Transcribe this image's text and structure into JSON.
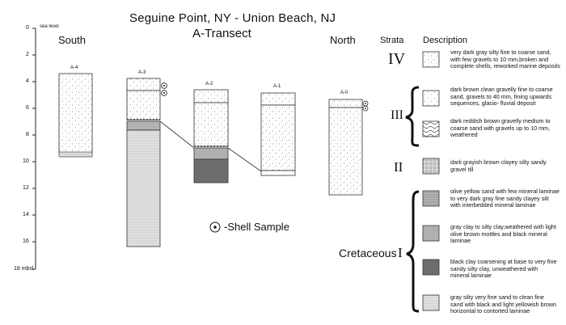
{
  "title_line1": "Seguine Point, NY - Union Beach, NJ",
  "title_line2": "A-Transect",
  "south_label": "South",
  "north_label": "North",
  "strata_header": "Strata",
  "description_header": "Description",
  "axis": {
    "top_label": "sea level",
    "bottom_label": "18 mbsl",
    "ticks": [
      "0",
      "2",
      "4",
      "6",
      "8",
      "10",
      "12",
      "14",
      "16"
    ]
  },
  "cores": [
    "A-4",
    "A-3",
    "A-2",
    "A-1",
    "A-0"
  ],
  "shell_legend": "-Shell Sample",
  "strata": {
    "iv": "IV",
    "iii": "III",
    "ii": "II",
    "cretaceous": "Cretaceous",
    "i": "I"
  },
  "descriptions": {
    "d1": [
      "very dark gray silty fine to coarse sand,",
      "with few gravels to 10 mm,broken and",
      "complete shells, reworked marine deposits"
    ],
    "d2": [
      "dark brown clean gravelly fine to coarse",
      "sand, gravels to 40 mm, fining upwards",
      "sequences, glacio- fluvial deposit"
    ],
    "d3": [
      "dark reddish brown gravelly medium to",
      "coarse sand with gravels up to 10 mm,",
      "weathered"
    ],
    "d4": [
      "dark grayish brown clayey silty sandy",
      "gravel till"
    ],
    "d5": [
      "olive yellow sand with few mineral laminae",
      "to very dark gray fine sandy clayey silt",
      "with interbedded mineral laminae"
    ],
    "d6": [
      "gray clay to silty clay,weathered with light",
      "olive brown mottles and black mineral",
      "laminae"
    ],
    "d7": [
      "black clay coarsening at base to very fine",
      "sandy silty clay, unweathered with",
      "mineral laminae"
    ],
    "d8": [
      "gray silty very fine sand to clean fine",
      "sand with black and light yellowish brown",
      "horizontal to contorted laminae"
    ]
  }
}
